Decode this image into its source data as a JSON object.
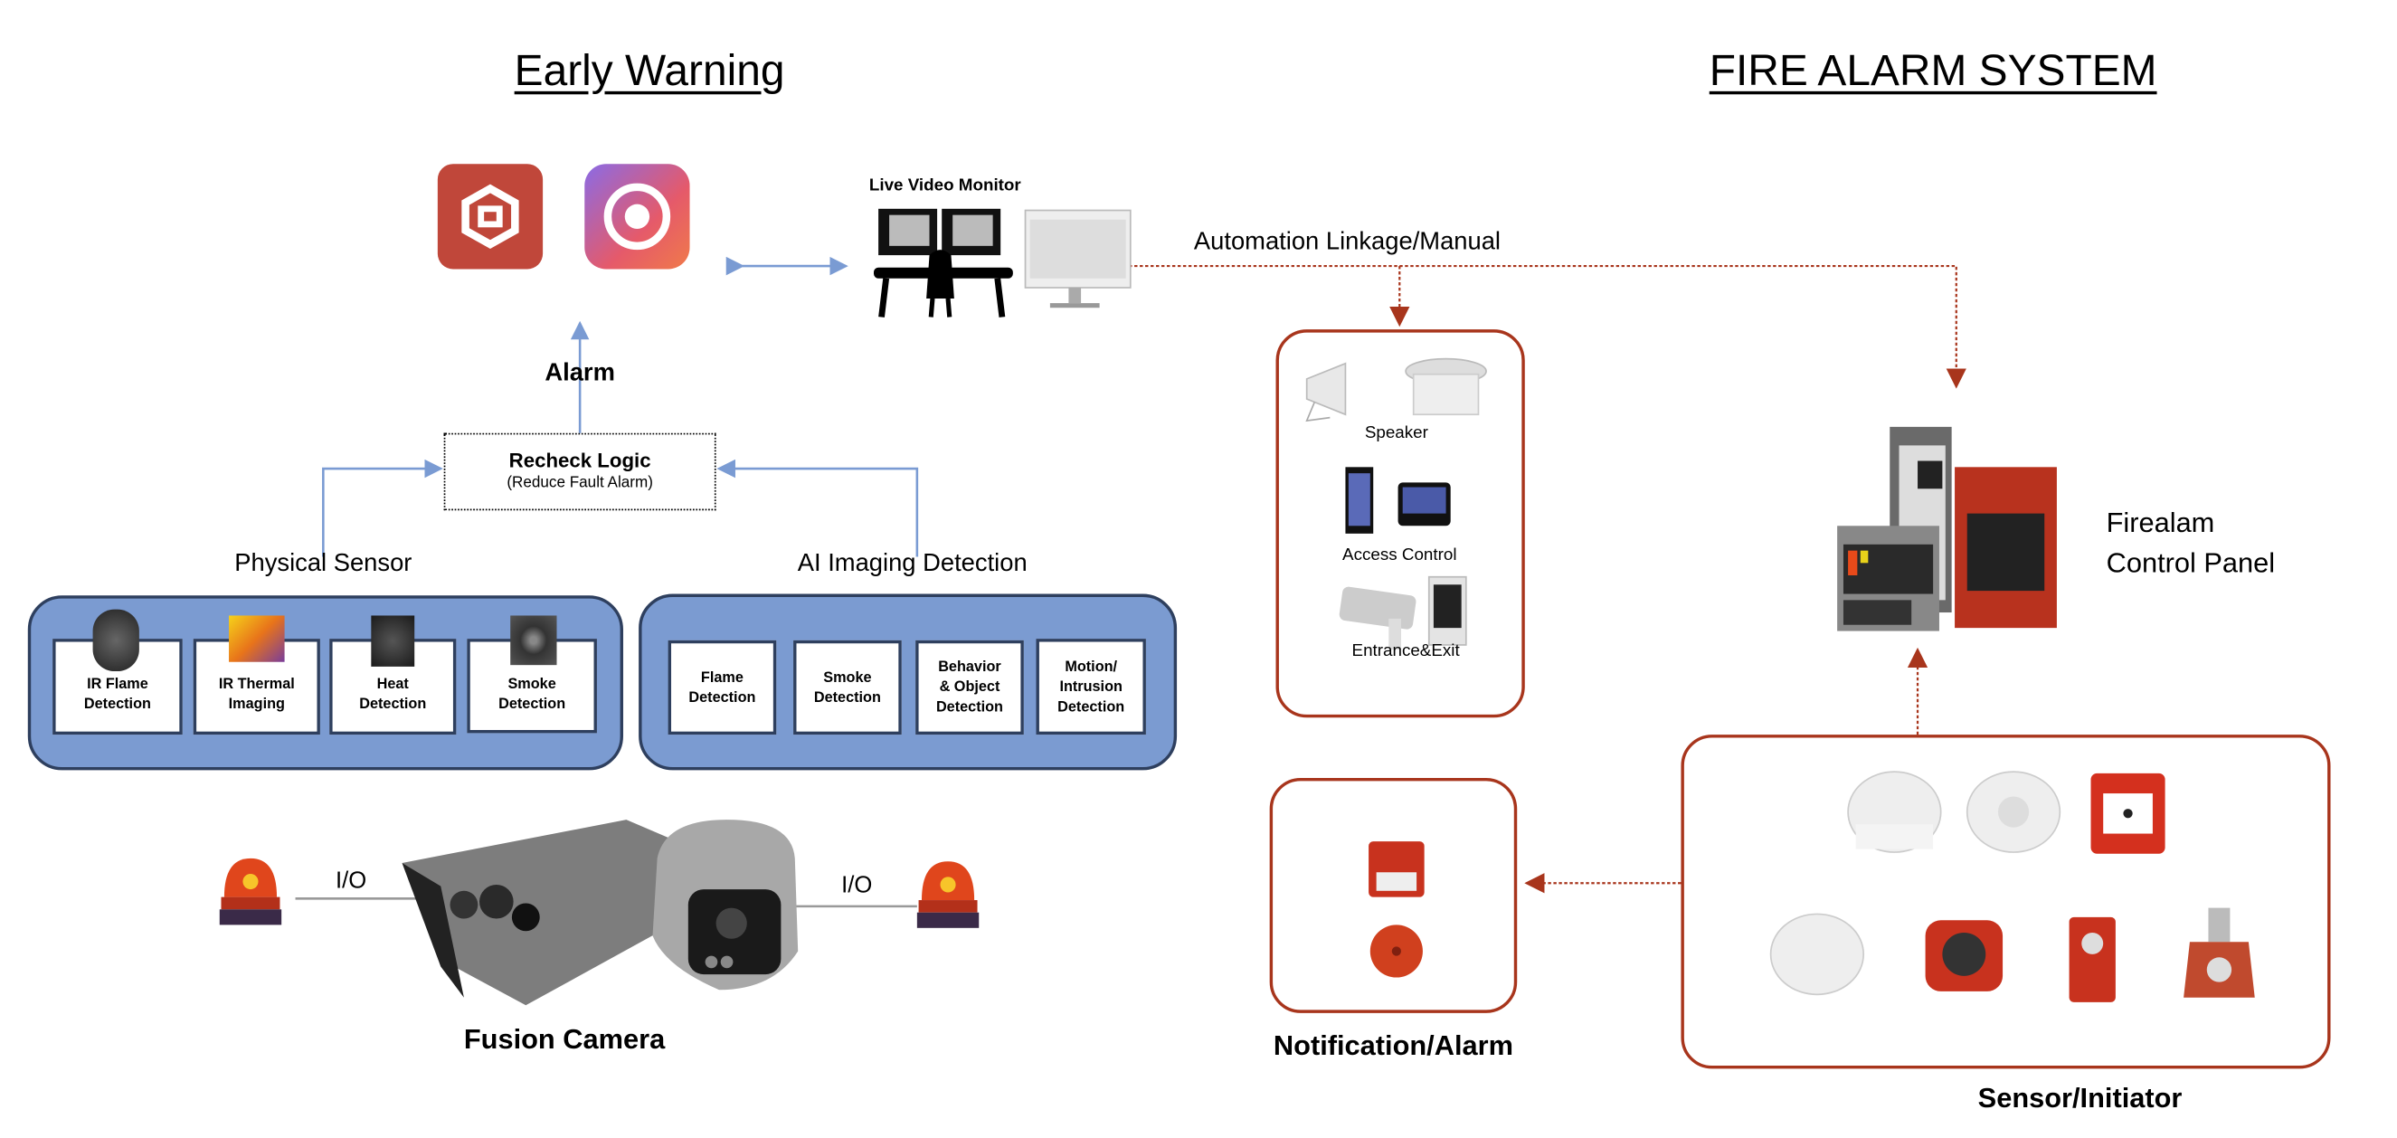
{
  "early_warning": {
    "title": "Early Warning",
    "live_video_monitor": "Live Video Monitor",
    "alarm": "Alarm",
    "recheck": {
      "title": "Recheck Logic",
      "subtitle": "(Reduce Fault Alarm)"
    },
    "physical_sensor": {
      "title": "Physical Sensor",
      "items": [
        "IR Flame\nDetection",
        "IR Thermal\nImaging",
        "Heat\nDetection",
        "Smoke\nDetection"
      ]
    },
    "ai_imaging": {
      "title": "AI Imaging Detection",
      "items": [
        "Flame\nDetection",
        "Smoke\nDetection",
        "Behavior\n& Object\nDetection",
        "Motion/\nIntrusion\nDetection"
      ]
    },
    "io_left": "I/O",
    "io_right": "I/O",
    "fusion_camera": "Fusion Camera"
  },
  "fire_alarm": {
    "title": "FIRE ALARM SYSTEM",
    "automation": "Automation Linkage/Manual",
    "linkage_devices": {
      "speaker": "Speaker",
      "access_control": "Access Control",
      "entrance_exit": "Entrance&Exit"
    },
    "control_panel": {
      "line1": "Firealam",
      "line2": "Control Panel"
    },
    "notification": "Notification/Alarm",
    "sensor": "Sensor/Initiator"
  },
  "colors": {
    "blue_box": "#7b9bd1",
    "blue_arrow": "#7a9bd3",
    "red_accent": "#a8351c",
    "box_border": "#2e3f5e"
  }
}
